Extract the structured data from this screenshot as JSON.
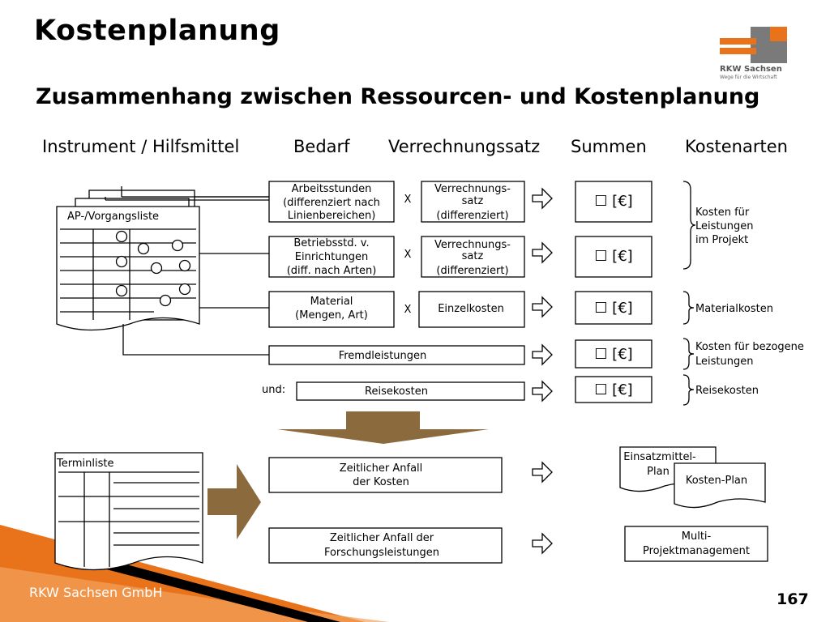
{
  "title": "Kostenplanung",
  "subtitle": "Zusammenhang zwischen Ressourcen- und Kostenplanung",
  "logo": {
    "name": "RKW Sachsen",
    "tagline": "Wege für die Wirtschaft"
  },
  "columns": [
    "Instrument / Hilfsmittel",
    "Bedarf",
    "Verrechnungssatz",
    "Summen",
    "Kostenarten"
  ],
  "documents": {
    "ap_list": "AP-/Vorgangsliste",
    "termin": "Terminliste"
  },
  "bedarf": {
    "arbeitsstunden": [
      "Arbeitsstunden",
      "(differenziert nach",
      "Linienbereichen)"
    ],
    "betriebsstd": [
      "Betriebsstd. v.",
      "Einrichtungen",
      "(diff. nach Arten)"
    ],
    "material": [
      "Material",
      "(Mengen, Art)"
    ],
    "fremdleistungen": "Fremdleistungen",
    "und_label": "und:",
    "reisekosten": "Reisekosten"
  },
  "multiply": "X",
  "rates": {
    "verrechnungssatz_1": [
      "Verrechnungs-",
      "satz",
      "(differenziert)"
    ],
    "verrechnungssatz_2": [
      "Verrechnungs-",
      "satz",
      "(differenziert)"
    ],
    "einzelkosten": "Einzelkosten"
  },
  "sum_label": "☐  [€]",
  "kostenarten": {
    "projekt": [
      "Kosten für",
      "Leistungen",
      "im Projekt"
    ],
    "material": "Materialkosten",
    "bezogen": [
      "Kosten für bezogene",
      "Leistungen"
    ],
    "reise": "Reisekosten"
  },
  "lower": {
    "kosten": [
      "Zeitlicher Anfall",
      "der Kosten"
    ],
    "forschung": [
      "Zeitlicher Anfall der",
      "Forschungsleistungen"
    ],
    "einsatz": [
      "Einsatzmittel-",
      "Plan"
    ],
    "kostenplan": "Kosten-Plan",
    "multi": [
      "Multi-",
      "Projektmanagement"
    ]
  },
  "footer": "RKW Sachsen GmbH",
  "page_number": "167",
  "colors": {
    "orange": "#e8731a",
    "logo_gray": "#7a7a7a",
    "arrow_brown": "#8b6a3e"
  }
}
